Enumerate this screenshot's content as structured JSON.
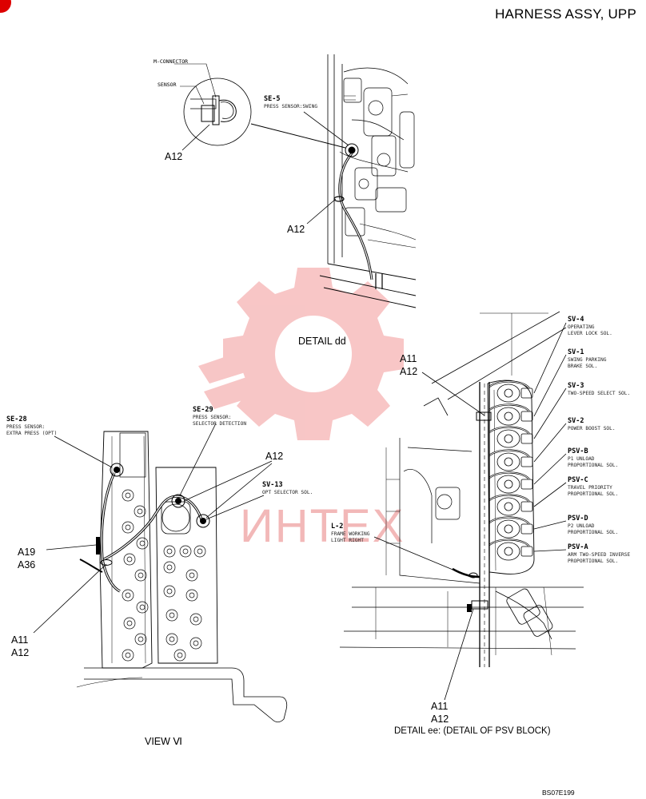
{
  "header": {
    "title": "HARNESS ASSY, UPP"
  },
  "watermark": {
    "text": "ИНТЕХ",
    "color": "#f2a0a0"
  },
  "colors": {
    "line": "#000000",
    "corner_mark": "#dd0000"
  },
  "detail_dd": {
    "caption": "DETAIL dd",
    "inset": {
      "m_connector": "M-CONNECTOR",
      "sensor": "SENSOR",
      "harness": "A12"
    },
    "se5": {
      "code": "SE-5",
      "desc": "PRESS SENSOR:SWING"
    },
    "harness": "A12"
  },
  "view_vi": {
    "caption": "VIEW Ⅵ",
    "se28": {
      "code": "SE-28",
      "desc": [
        "PRESS SENSOR:",
        "EXTRA PRESS (OPT)"
      ]
    },
    "se29": {
      "code": "SE-29",
      "desc": [
        "PRESS SENSOR:",
        "SELECTOR DETECTION"
      ]
    },
    "sv13": {
      "code": "SV-13",
      "desc": "OPT SELECTOR SOL."
    },
    "a12": "A12",
    "a19": "A19",
    "a36": "A36",
    "a11": "A11",
    "a12_bottom": "A12"
  },
  "detail_ee": {
    "caption": "DETAIL ee: (DETAIL OF PSV BLOCK)",
    "top_a11": "A11",
    "top_a12": "A12",
    "bottom_a11": "A11",
    "bottom_a12": "A12",
    "l2": {
      "code": "L-2",
      "desc": [
        "FRAME WORKING",
        "LIGHT RIGHT"
      ]
    },
    "callouts": [
      {
        "code": "SV-4",
        "desc": [
          "OPERATING",
          "LEVER LOCK SOL."
        ]
      },
      {
        "code": "SV-1",
        "desc": [
          "SWING PARKING",
          "BRAKE SOL."
        ]
      },
      {
        "code": "SV-3",
        "desc": [
          "TWO-SPEED SELECT SOL."
        ]
      },
      {
        "code": "SV-2",
        "desc": [
          "POWER BOOST SOL."
        ]
      },
      {
        "code": "PSV-B",
        "desc": [
          "P1 UNLOAD",
          "PROPORTIONAL SOL."
        ]
      },
      {
        "code": "PSV-C",
        "desc": [
          "TRAVEL PRIORITY",
          "PROPORTIONAL SOL."
        ]
      },
      {
        "code": "PSV-D",
        "desc": [
          "P2 UNLOAD",
          "PROPORTIONAL SOL."
        ]
      },
      {
        "code": "PSV-A",
        "desc": [
          "ARM TWO-SPEED INVERSE",
          "PROPORTIONAL SOL."
        ]
      }
    ]
  },
  "footer": {
    "code": "BS07E199"
  }
}
